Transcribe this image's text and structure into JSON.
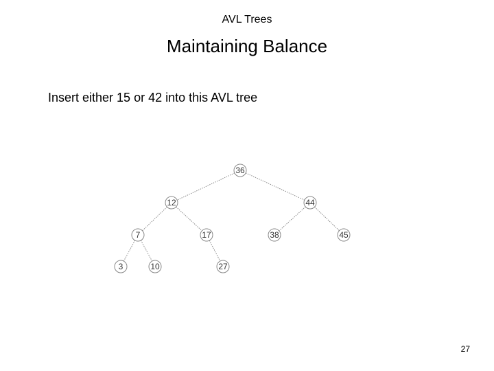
{
  "slide": {
    "header": "AVL Trees",
    "title": "Maintaining Balance",
    "prompt": "Insert either 15 or 42 into this AVL tree",
    "page_number": "27"
  },
  "tree": {
    "nodes": [
      {
        "id": "n36",
        "label": "36"
      },
      {
        "id": "n12",
        "label": "12"
      },
      {
        "id": "n44",
        "label": "44"
      },
      {
        "id": "n7",
        "label": "7"
      },
      {
        "id": "n17",
        "label": "17"
      },
      {
        "id": "n38",
        "label": "38"
      },
      {
        "id": "n45",
        "label": "45"
      },
      {
        "id": "n3",
        "label": "3"
      },
      {
        "id": "n10",
        "label": "10"
      },
      {
        "id": "n27",
        "label": "27"
      }
    ],
    "edges": [
      [
        "n36",
        "n12"
      ],
      [
        "n36",
        "n44"
      ],
      [
        "n12",
        "n7"
      ],
      [
        "n12",
        "n17"
      ],
      [
        "n44",
        "n38"
      ],
      [
        "n44",
        "n45"
      ],
      [
        "n7",
        "n3"
      ],
      [
        "n7",
        "n10"
      ],
      [
        "n17",
        "n27"
      ]
    ]
  }
}
